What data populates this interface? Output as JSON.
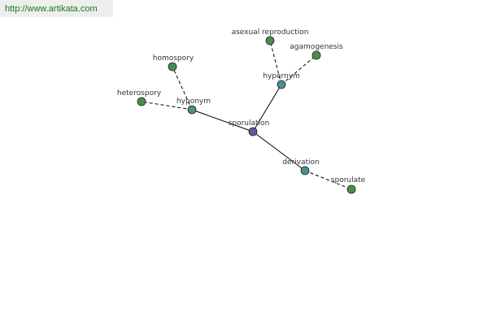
{
  "header": {
    "url": "http://www.artikata.com"
  },
  "colors": {
    "center": "#5a5aa0",
    "relation": "#4a8f8f",
    "leaf": "#4a8c4a",
    "edge": "#000000"
  },
  "graph": {
    "center": "sporulation",
    "relations": [
      {
        "label": "hyponym",
        "terms": [
          "homospory",
          "heterospory"
        ]
      },
      {
        "label": "hypernym",
        "terms": [
          "asexual reproduction",
          "agamogenesis"
        ]
      },
      {
        "label": "derivation",
        "terms": [
          "sporulate"
        ]
      }
    ]
  }
}
